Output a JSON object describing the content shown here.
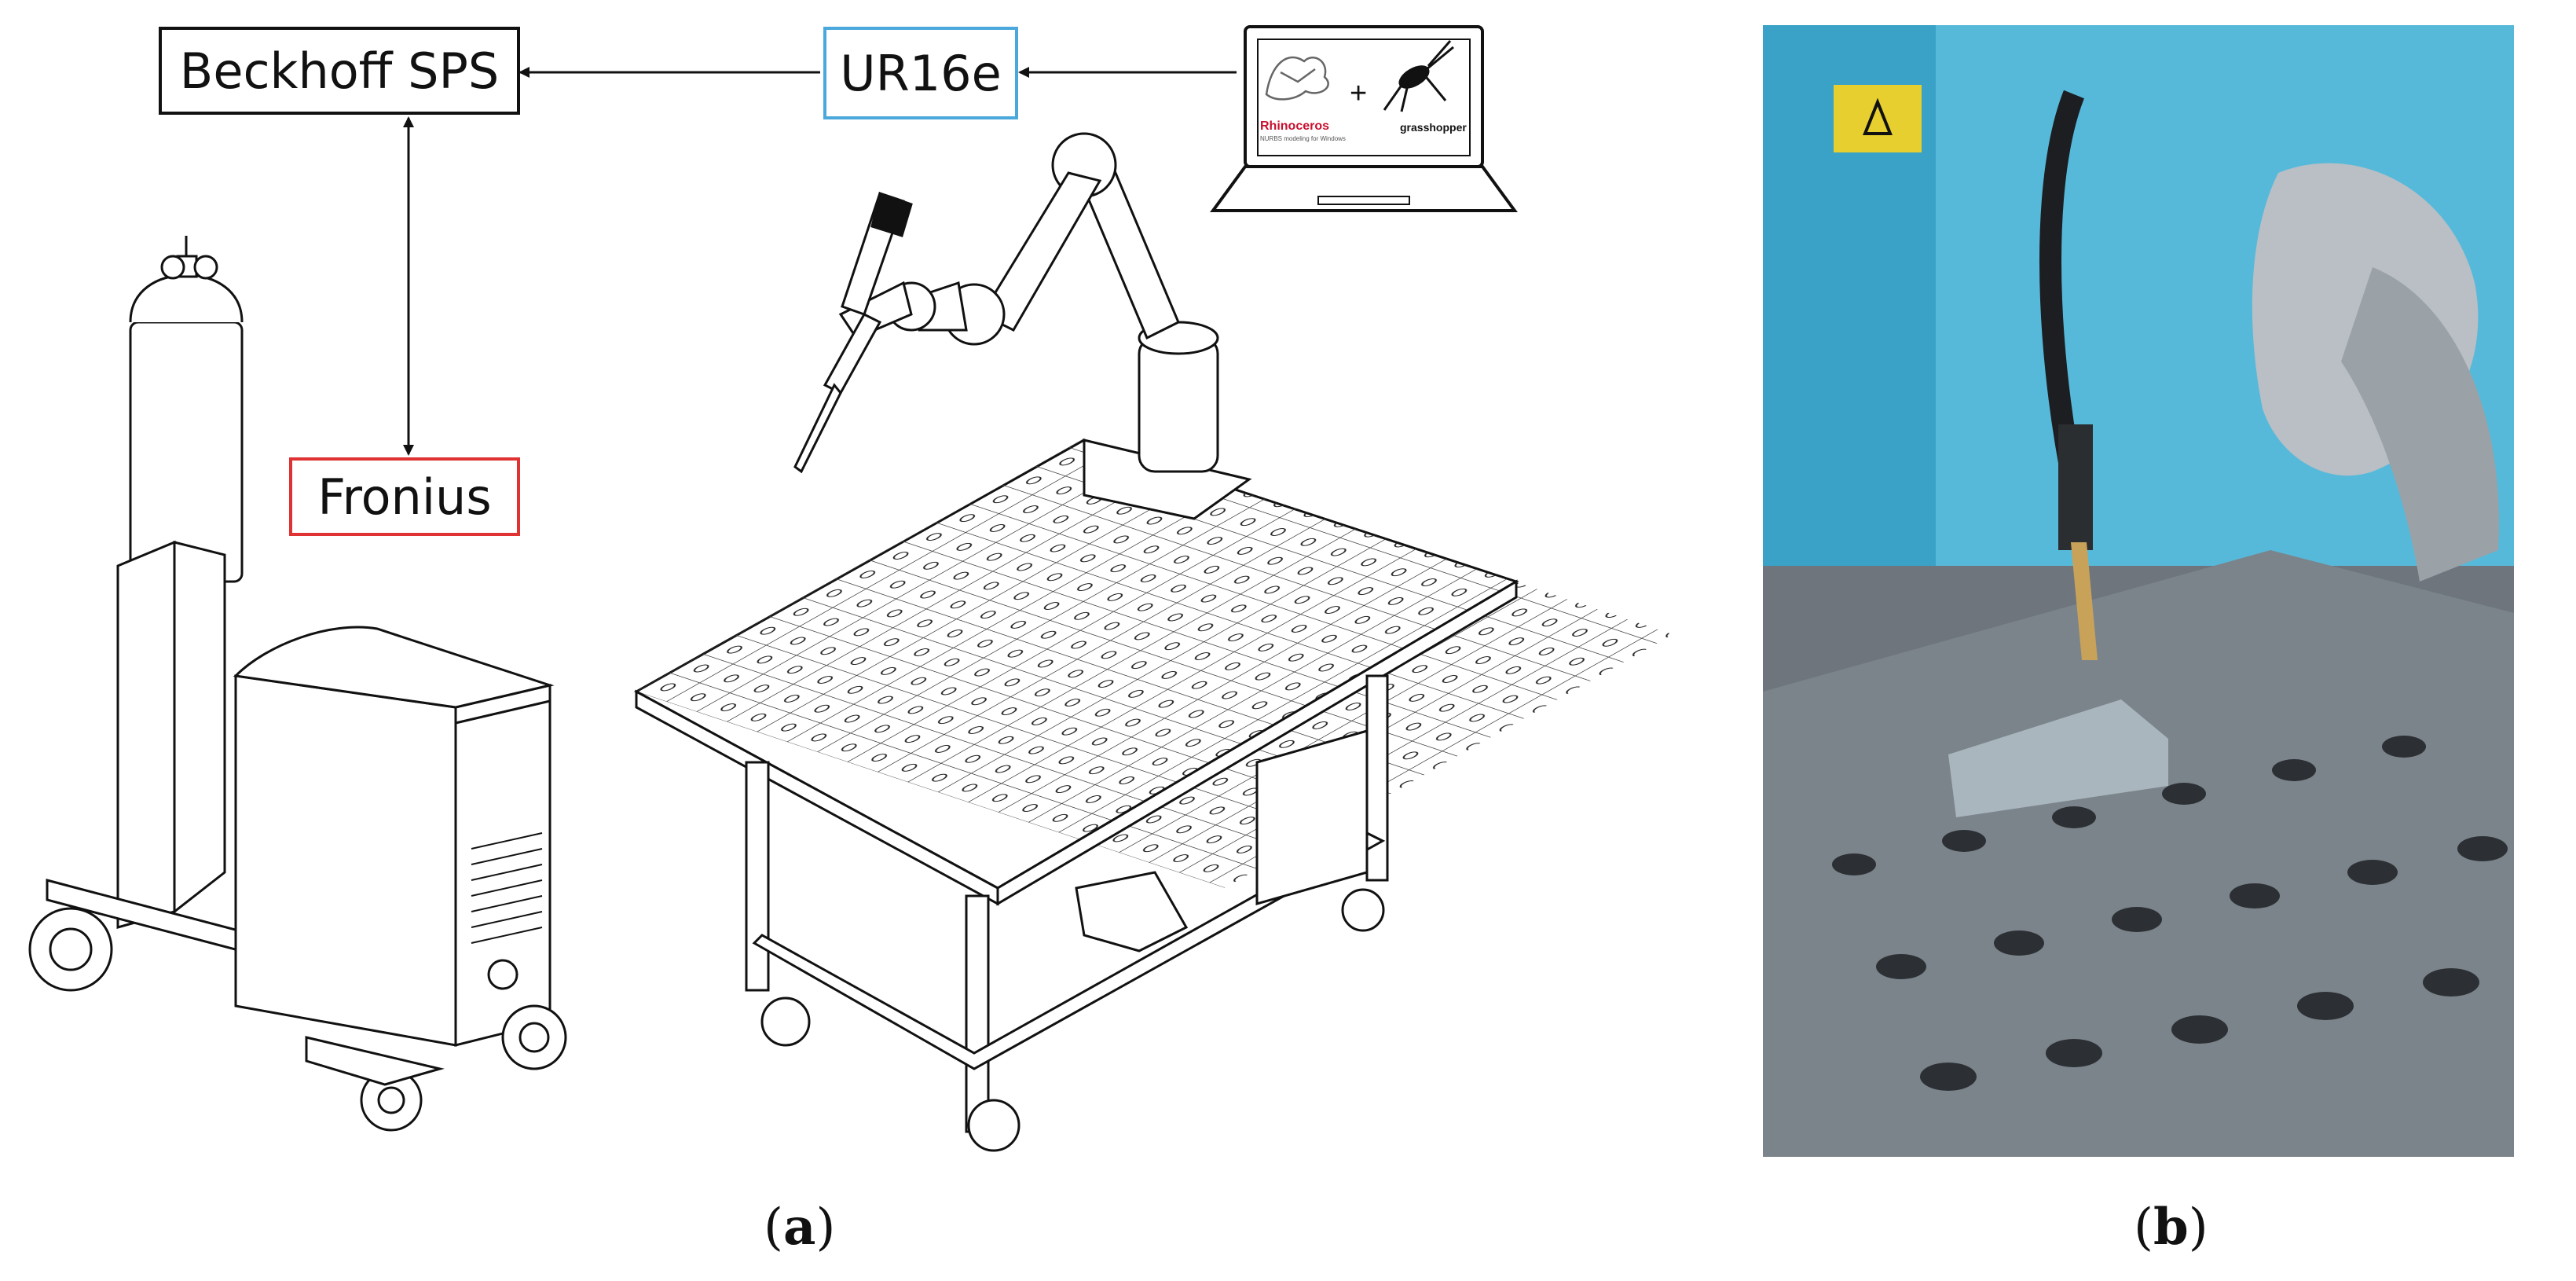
{
  "diagram": {
    "nodes": {
      "beckhoff": {
        "label": "Beckhoff SPS",
        "border_color": "#111111"
      },
      "ur16e": {
        "label": "UR16e",
        "border_color": "#4aa8dc"
      },
      "fronius": {
        "label": "Fronius",
        "border_color": "#e03232"
      }
    },
    "edges": [
      {
        "from": "ur16e",
        "to": "beckhoff",
        "style": "single-arrow"
      },
      {
        "from": "laptop",
        "to": "ur16e",
        "style": "single-arrow"
      },
      {
        "from": "beckhoff",
        "to": "fronius",
        "style": "double-arrow"
      }
    ],
    "laptop_screen": {
      "brand_rhino": "Rhinoceros",
      "rhino_tagline": "NURBS modeling for Windows",
      "plus": "+",
      "brand_grasshopper": "grasshopper"
    }
  },
  "captions": {
    "a": "a",
    "b": "b"
  },
  "colors": {
    "line": "#111111",
    "rhino_red": "#c8102e",
    "photo_blue": "#3ab0d8",
    "photo_steel": "#6e757c"
  }
}
